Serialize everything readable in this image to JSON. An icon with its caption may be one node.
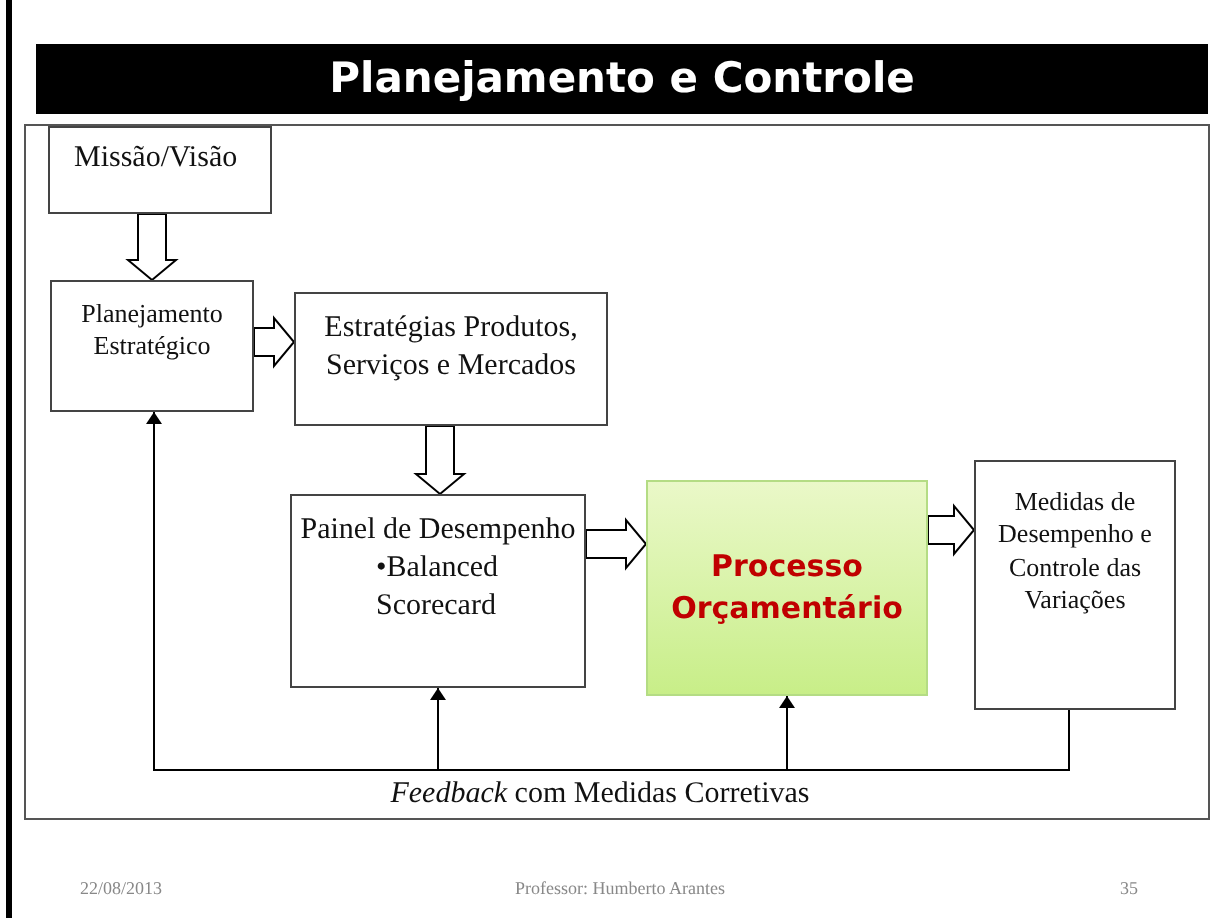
{
  "diagram": {
    "title": "Planejamento e Controle",
    "nodes": [
      {
        "text": [
          "Missão/Visão"
        ]
      },
      {
        "text": [
          "Planejamento Estratégico"
        ]
      },
      {
        "text": [
          "Estratégias Produtos, Serviços e Mercados"
        ]
      },
      {
        "text": [
          "Painel de Desempenho",
          "•Balanced Scorecard"
        ]
      },
      {
        "text": [
          "Processo Orçamentário"
        ]
      },
      {
        "text": [
          "Medidas de Desempenho e Controle das Variações"
        ]
      }
    ],
    "edges": [
      {
        "from": 0,
        "to": 1,
        "arrow": "to"
      },
      {
        "from": 1,
        "to": 2,
        "arrow": "to"
      },
      {
        "from": 2,
        "to": 3,
        "arrow": "to"
      },
      {
        "from": 3,
        "to": 4,
        "arrow": "to"
      },
      {
        "from": 4,
        "to": 5,
        "arrow": "to"
      },
      {
        "from": 5,
        "to": 1,
        "arrow": "to"
      },
      {
        "from": 5,
        "to": 3,
        "arrow": "to"
      },
      {
        "from": 5,
        "to": 4,
        "arrow": "to"
      }
    ],
    "labels": [
      "*Feedback* com Medidas Corretivas",
      "22/08/2013",
      "Professor: Humberto Arantes",
      "35"
    ]
  }
}
